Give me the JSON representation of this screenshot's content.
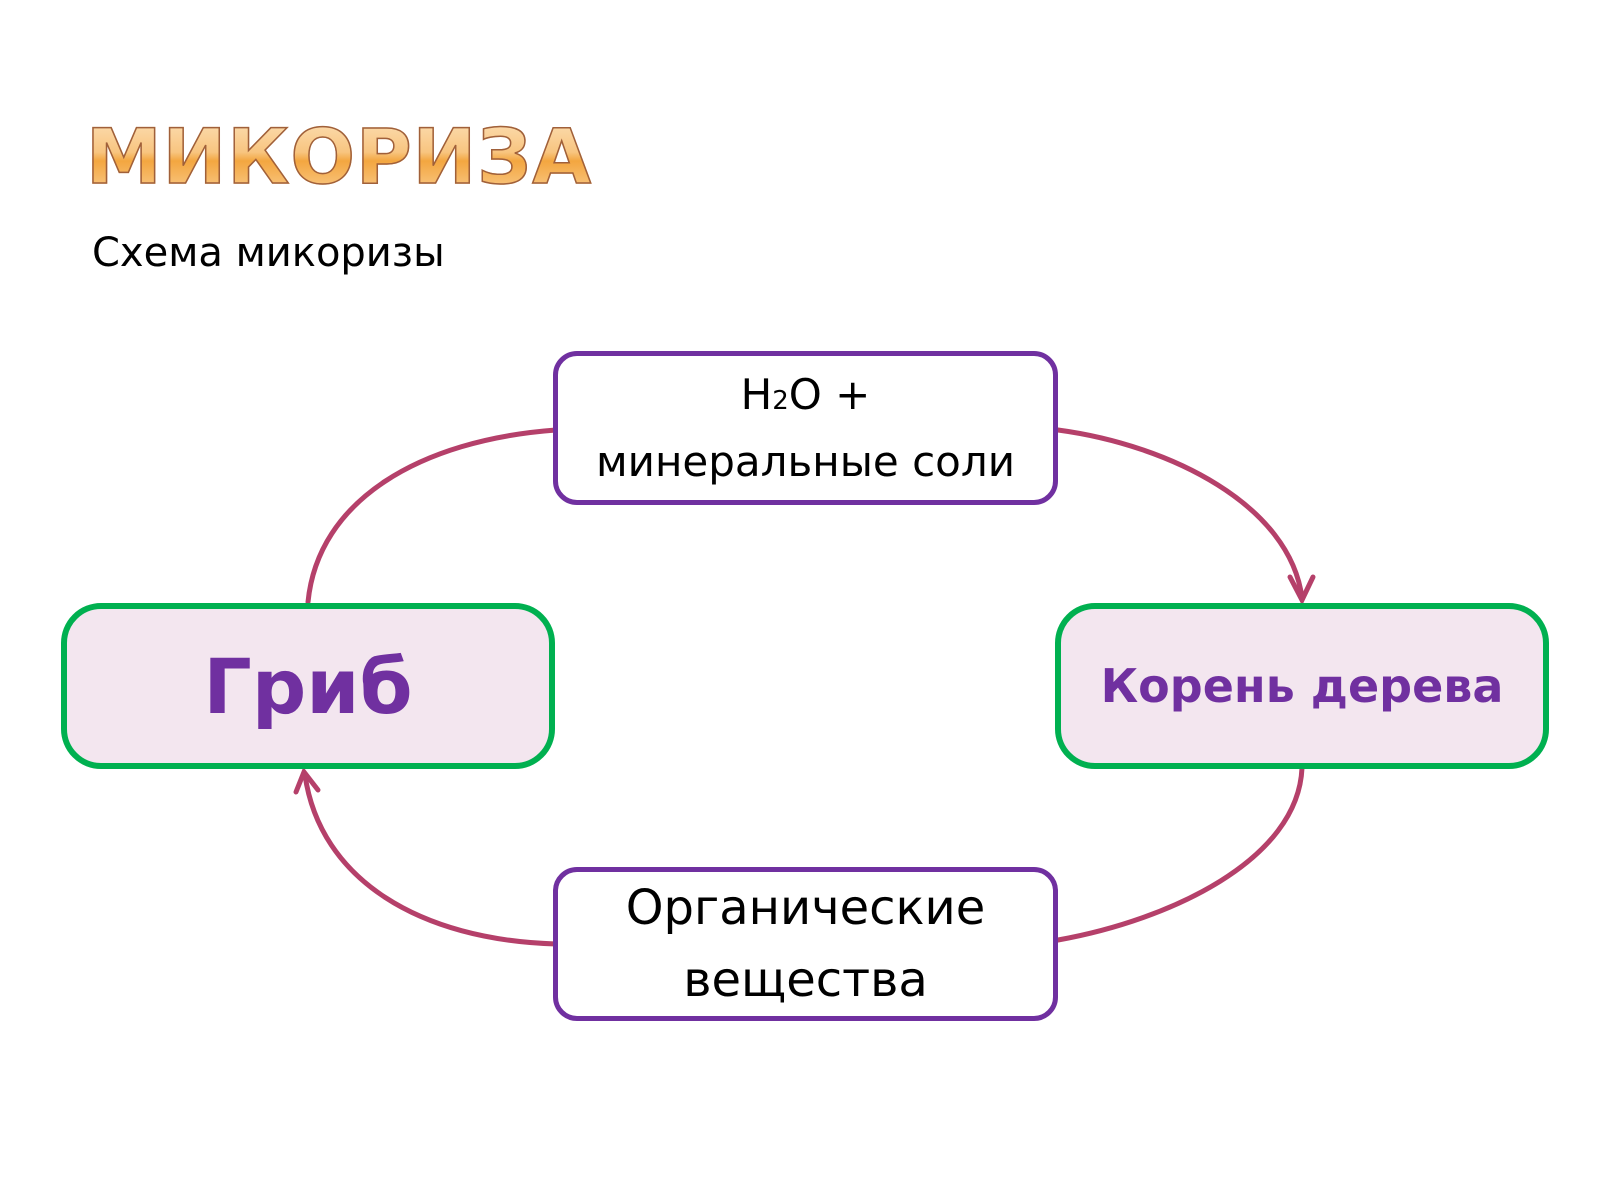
{
  "title": "МИКОРИЗА",
  "subtitle": "Схема микоризы",
  "nodes": {
    "top": {
      "line1_prefix": "H",
      "line1_sub": "2",
      "line1_suffix": "O +",
      "line2": "минеральные соли"
    },
    "left": {
      "label": "Гриб"
    },
    "right": {
      "label": "Корень дерева"
    },
    "bottom": {
      "line1": "Органические",
      "line2": "вещества"
    }
  },
  "colors": {
    "arrow": "#b5406a",
    "box_border": "#7030a0",
    "node_border": "#00b050",
    "node_fill": "#f3e6ef",
    "node_text": "#7030a0"
  }
}
